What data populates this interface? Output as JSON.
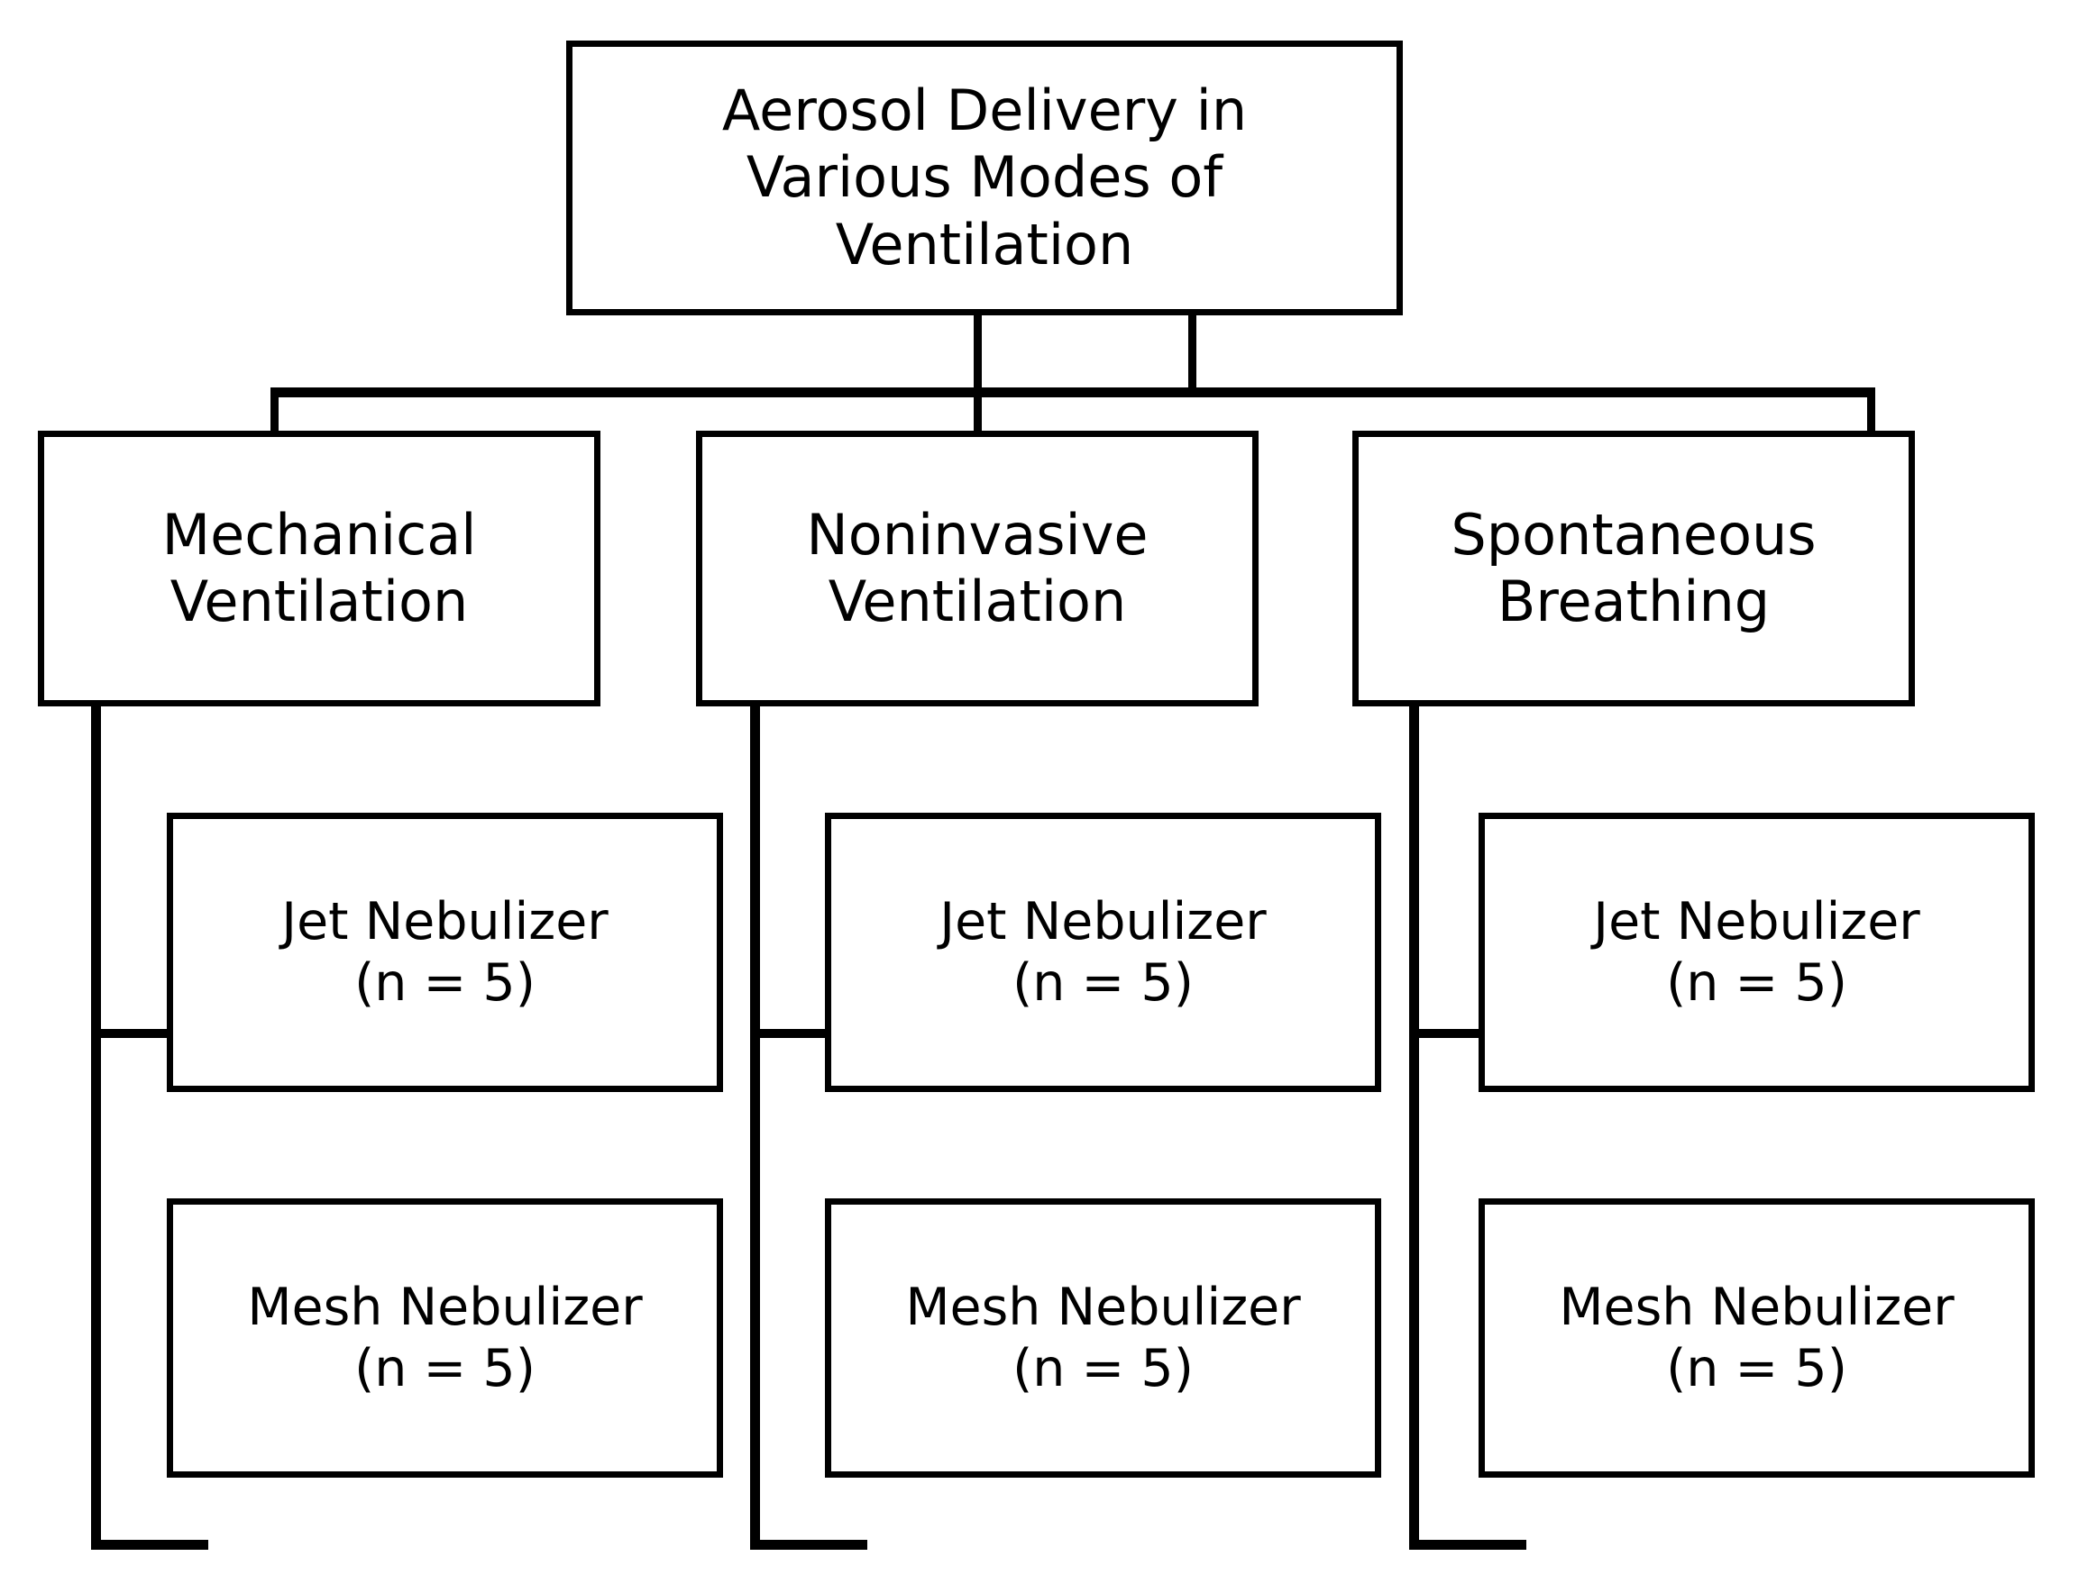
{
  "diagram": {
    "type": "flowchart",
    "orientation": "top-down",
    "background_color": "#ffffff",
    "line_color": "#000000",
    "box_fill": "#ffffff",
    "root": {
      "id": "aerosol-delivery",
      "lines": [
        "Aerosol Delivery in",
        "Various Modes of",
        "Ventilation"
      ],
      "text": "Aerosol Delivery in Various Modes of Ventilation"
    },
    "branches": [
      {
        "id": "mechanical-ventilation",
        "lines": [
          "Mechanical",
          "Ventilation"
        ],
        "text": "Mechanical Ventilation",
        "children": [
          {
            "id": "mv-jet-nebulizer",
            "lines": [
              "Jet Nebulizer",
              "(n = 5)"
            ],
            "text": "Jet Nebulizer (n = 5)",
            "n": 5
          },
          {
            "id": "mv-mesh-nebulizer",
            "lines": [
              "Mesh Nebulizer",
              "(n = 5)"
            ],
            "text": "Mesh Nebulizer (n = 5)",
            "n": 5
          }
        ]
      },
      {
        "id": "noninvasive-ventilation",
        "lines": [
          "Noninvasive",
          "Ventilation"
        ],
        "text": "Noninvasive Ventilation",
        "children": [
          {
            "id": "niv-jet-nebulizer",
            "lines": [
              "Jet Nebulizer",
              "(n = 5)"
            ],
            "text": "Jet Nebulizer (n = 5)",
            "n": 5
          },
          {
            "id": "niv-mesh-nebulizer",
            "lines": [
              "Mesh Nebulizer",
              "(n = 5)"
            ],
            "text": "Mesh Nebulizer (n = 5)",
            "n": 5
          }
        ]
      },
      {
        "id": "spontaneous-breathing",
        "lines": [
          "Spontaneous",
          "Breathing"
        ],
        "text": "Spontaneous Breathing",
        "children": [
          {
            "id": "sb-jet-nebulizer",
            "lines": [
              "Jet Nebulizer",
              "(n = 5)"
            ],
            "text": "Jet Nebulizer (n = 5)",
            "n": 5
          },
          {
            "id": "sb-mesh-nebulizer",
            "lines": [
              "Mesh Nebulizer",
              "(n = 5)"
            ],
            "text": "Mesh Nebulizer (n = 5)",
            "n": 5
          }
        ]
      }
    ]
  }
}
